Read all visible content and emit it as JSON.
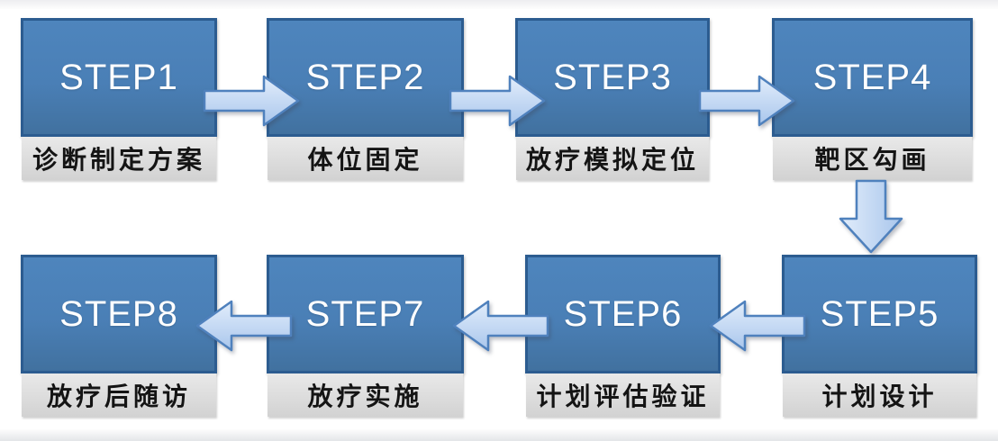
{
  "flowchart": {
    "description": "8-step radiotherapy workflow flowchart",
    "steps": [
      {
        "id": "step1",
        "title": "STEP1",
        "label": "诊断制定方案"
      },
      {
        "id": "step2",
        "title": "STEP2",
        "label": "体位固定"
      },
      {
        "id": "step3",
        "title": "STEP3",
        "label": "放疗模拟定位"
      },
      {
        "id": "step4",
        "title": "STEP4",
        "label": "靶区勾画"
      },
      {
        "id": "step5",
        "title": "STEP5",
        "label": "计划设计"
      },
      {
        "id": "step6",
        "title": "STEP6",
        "label": "计划评估验证"
      },
      {
        "id": "step7",
        "title": "STEP7",
        "label": "放疗实施"
      },
      {
        "id": "step8",
        "title": "STEP8",
        "label": "放疗后随访"
      }
    ],
    "arrows": [
      {
        "from": "step1",
        "to": "step2",
        "direction": "right"
      },
      {
        "from": "step2",
        "to": "step3",
        "direction": "right"
      },
      {
        "from": "step3",
        "to": "step4",
        "direction": "right"
      },
      {
        "from": "step4",
        "to": "step5",
        "direction": "down"
      },
      {
        "from": "step5",
        "to": "step6",
        "direction": "left"
      },
      {
        "from": "step6",
        "to": "step7",
        "direction": "left"
      },
      {
        "from": "step7",
        "to": "step8",
        "direction": "left"
      }
    ],
    "colors": {
      "box_fill": "#4a7fb6",
      "box_border": "#2c5c90",
      "step_text": "#ffffff",
      "label_background": "#d9d9d9",
      "label_text": "#141414",
      "arrow_fill_light": "#d9e6f8",
      "arrow_fill_dark": "#a9c6ec",
      "arrow_border": "#4f81bd",
      "page_background": "#ffffff"
    }
  }
}
